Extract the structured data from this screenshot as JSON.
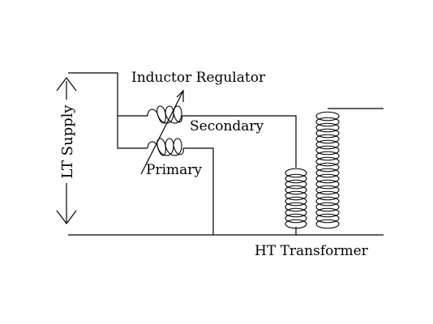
{
  "labels": {
    "lt_supply": "LT Supply",
    "inductor_regulator": "Inductor Regulator",
    "secondary": "Secondary",
    "primary": "Primary",
    "ht_transformer": "HT Transformer"
  }
}
